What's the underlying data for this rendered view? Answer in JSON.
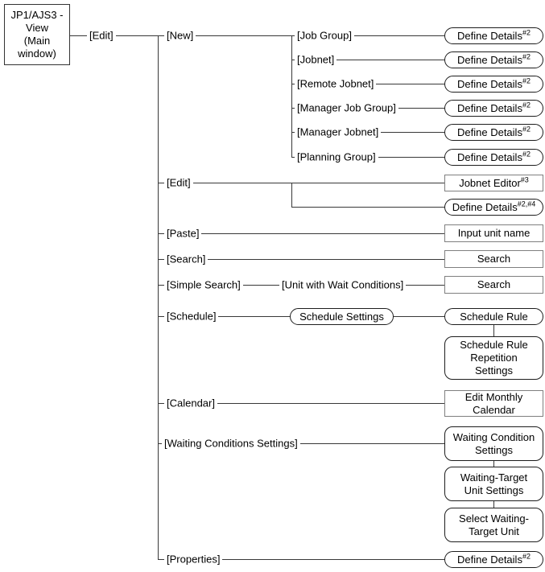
{
  "window": {
    "title": "JP1/AJS3 -\nView\n(Main\nwindow)"
  },
  "menu": {
    "edit": "[Edit]"
  },
  "tree": {
    "new": {
      "label": "[New]",
      "children": [
        {
          "label": "[Job Group]",
          "dialog": "Define Details",
          "note": "#2"
        },
        {
          "label": "[Jobnet]",
          "dialog": "Define Details",
          "note": "#2"
        },
        {
          "label": "[Remote Jobnet]",
          "dialog": "Define Details",
          "note": "#2"
        },
        {
          "label": "[Manager Job Group]",
          "dialog": "Define Details",
          "note": "#2"
        },
        {
          "label": "[Manager Jobnet]",
          "dialog": "Define Details",
          "note": "#2"
        },
        {
          "label": "[Planning Group]",
          "dialog": "Define Details",
          "note": "#2"
        }
      ]
    },
    "edit": {
      "label": "[Edit]",
      "dialogs": [
        {
          "label": "Jobnet Editor",
          "note": "#3"
        },
        {
          "label": "Define Details",
          "note": "#2,#4"
        }
      ]
    },
    "paste": {
      "label": "[Paste]",
      "dialog": "Input unit name"
    },
    "search": {
      "label": "[Search]",
      "dialog": "Search"
    },
    "simple_search": {
      "label": "[Simple Search]",
      "child": "[Unit with Wait Conditions]",
      "dialog": "Search"
    },
    "schedule": {
      "label": "[Schedule]",
      "via": "Schedule Settings",
      "dialog": "Schedule Rule",
      "subdialog": "Schedule Rule\nRepetition\nSettings"
    },
    "calendar": {
      "label": "[Calendar]",
      "dialog": "Edit Monthly\nCalendar"
    },
    "waiting_conditions": {
      "label": "[Waiting Conditions Settings]",
      "dialogs": [
        "Waiting Condition\nSettings",
        "Waiting-Target\nUnit Settings",
        "Select Waiting-\nTarget Unit"
      ]
    },
    "properties": {
      "label": "[Properties]",
      "dialog": "Define Details",
      "note": "#2"
    }
  }
}
